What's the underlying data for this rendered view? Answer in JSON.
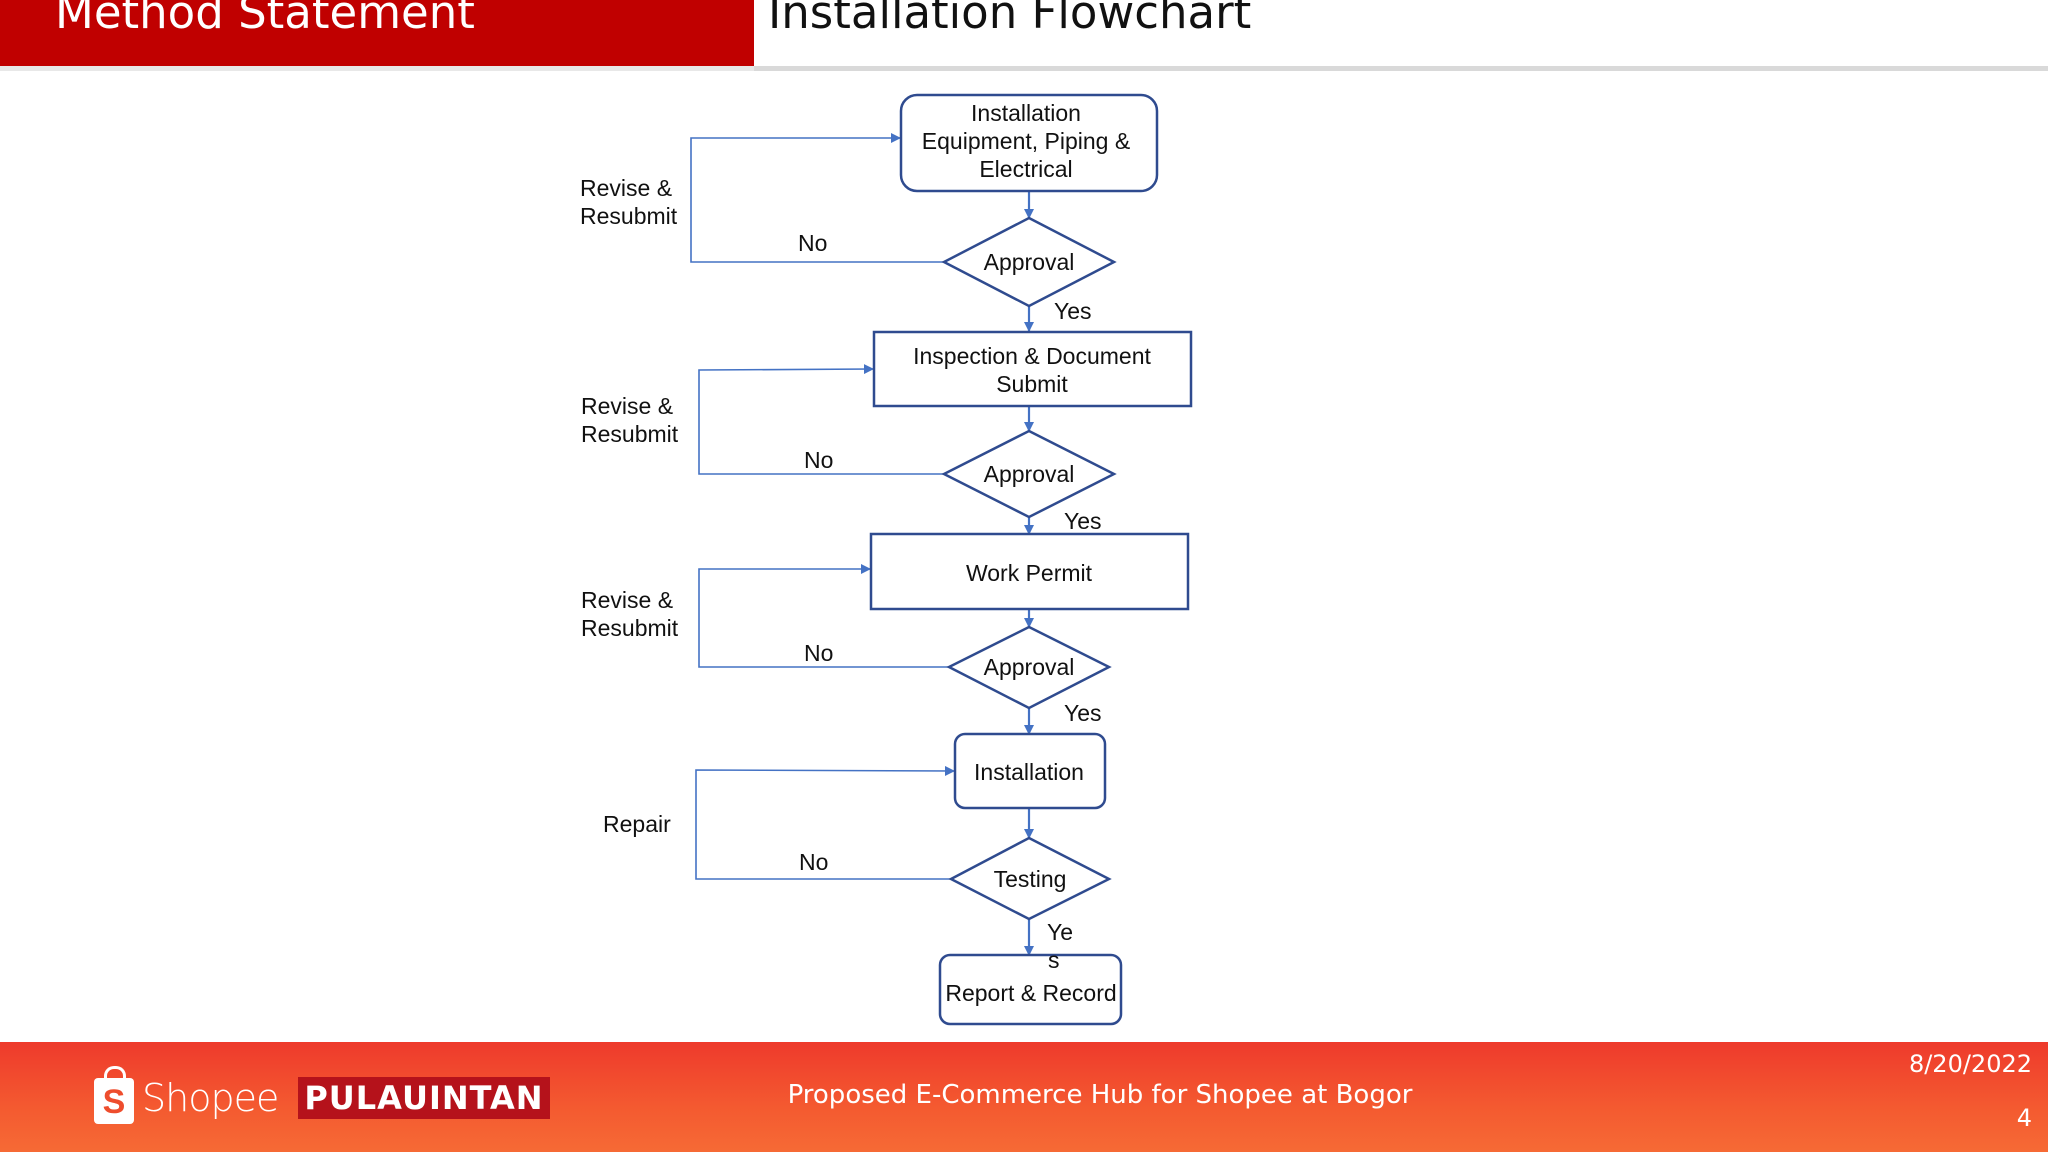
{
  "header": {
    "title": "Method Statement",
    "subtitle": "Installation Flowchart"
  },
  "flowchart": {
    "steps": {
      "step1": [
        "Installation",
        "Equipment, Piping &",
        "Electrical"
      ],
      "step2": [
        "Inspection & Document",
        "Submit"
      ],
      "step3": "Work Permit",
      "step4": "Installation",
      "step5": "Report & Record"
    },
    "decisions": {
      "d1": "Approval",
      "d2": "Approval",
      "d3": "Approval",
      "d4": "Testing"
    },
    "labels": {
      "yes": "Yes",
      "no": "No",
      "ye_split": [
        "Ye",
        "s"
      ],
      "revise": [
        "Revise &",
        "Resubmit"
      ],
      "repair": "Repair"
    },
    "line_color": "#4472c4",
    "border_color": "#2f4b8f"
  },
  "footer": {
    "logo_brand": "Shopee",
    "logo_badge": "PULAUINTAN",
    "logo_bag_letter": "S",
    "center_text": "Proposed E-Commerce Hub for Shopee at Bogor",
    "date": "8/20/2022",
    "page_number": "4"
  }
}
